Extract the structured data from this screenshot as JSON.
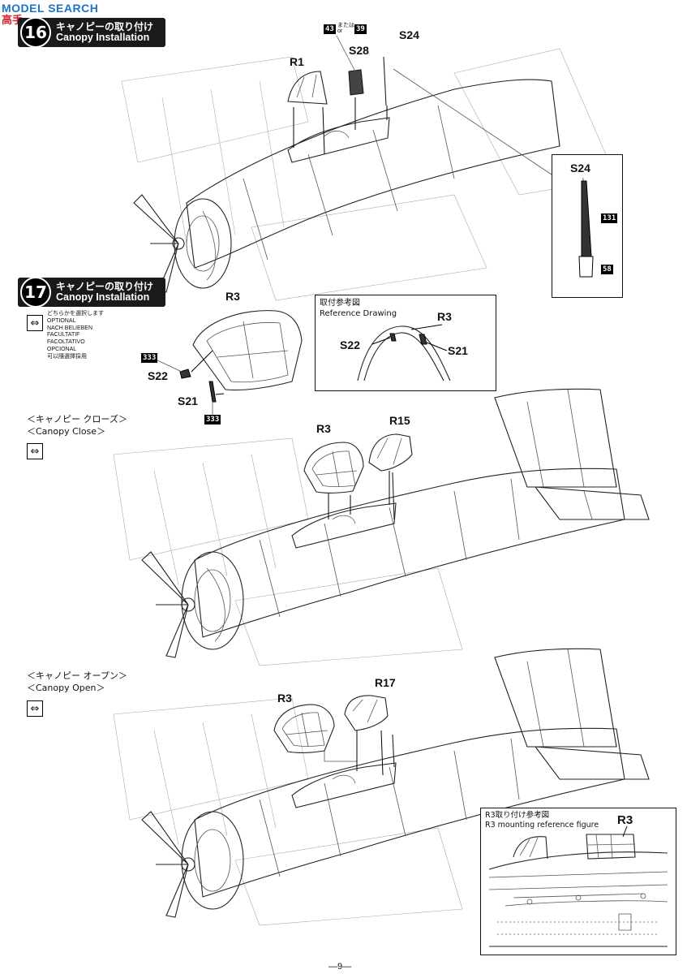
{
  "watermark": {
    "text": "MODEL SEARCH",
    "logo": "高手"
  },
  "step16": {
    "number": "16",
    "title_jp": "キャノピーの取り付け",
    "title_en": "Canopy Installation"
  },
  "step17": {
    "number": "17",
    "title_jp": "キャノピーの取り付け",
    "title_en": "Canopy Installation"
  },
  "optional": {
    "lines": [
      "どちらかを選択します",
      "OPTIONAL",
      "NACH BELIEBEN",
      "FACULTATIF",
      "FACOLTATIVO",
      "OPCIONAL",
      "可以隨選擇採用"
    ]
  },
  "parts16": {
    "r1": "R1",
    "s28": "S28",
    "s24": "S24",
    "paint_a": "43",
    "paint_or": "または\nor",
    "paint_b": "39",
    "detail_title": "S24",
    "detail_paint1": "131",
    "detail_paint2": "58"
  },
  "parts17": {
    "r3": "R3",
    "s22": "S22",
    "s21": "S21",
    "paint1": "333",
    "paint2": "333"
  },
  "reference": {
    "title_jp": "取付参考図",
    "title_en": "Reference Drawing",
    "r3": "R3",
    "s22": "S22",
    "s21": "S21"
  },
  "canopy_close": {
    "title_jp": "＜キャノピー クローズ＞",
    "title_en": "＜Canopy Close＞",
    "r3": "R3",
    "r15": "R15"
  },
  "canopy_open": {
    "title_jp": "＜キャノピー オープン＞",
    "title_en": "＜Canopy Open＞",
    "r3": "R3",
    "r17": "R17"
  },
  "mounting": {
    "title_jp": "R3取り付け参考図",
    "title_en": "R3 mounting reference figure",
    "r3": "R3"
  },
  "page": {
    "number": "—9—"
  }
}
